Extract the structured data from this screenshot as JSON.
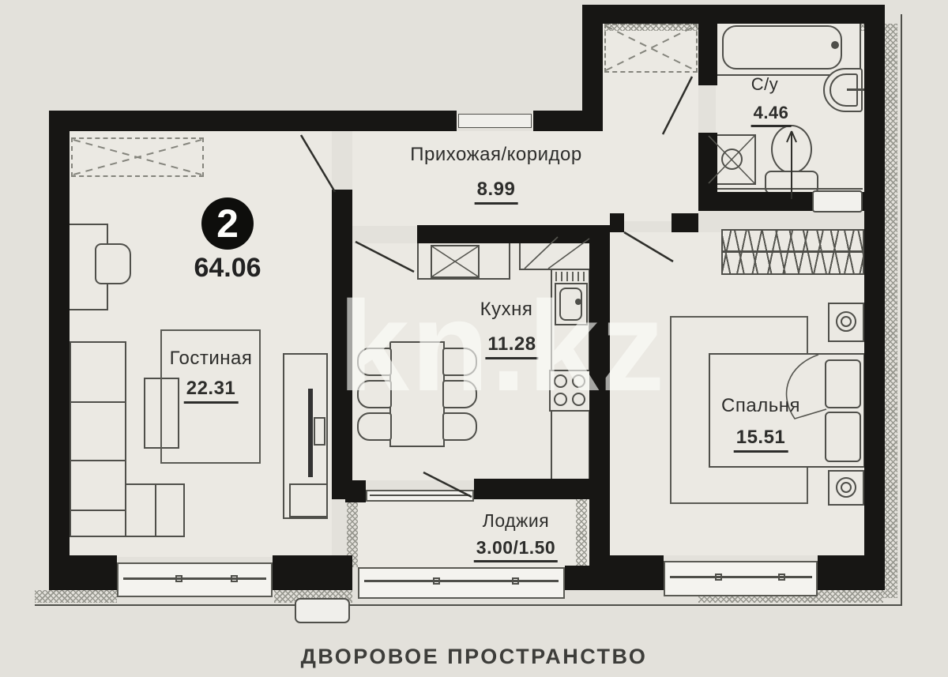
{
  "plan": {
    "badge": {
      "rooms_count": "2",
      "total_area": "64.06"
    },
    "rooms": {
      "hallway": {
        "name": "Прихожая/коридор",
        "area": "8.99"
      },
      "bathroom": {
        "name": "С/у",
        "area": "4.46"
      },
      "kitchen": {
        "name": "Кухня",
        "area": "11.28"
      },
      "living": {
        "name": "Гостиная",
        "area": "22.31"
      },
      "bedroom": {
        "name": "Спальня",
        "area": "15.51"
      },
      "loggia": {
        "name": "Лоджия",
        "area": "3.00/1.50"
      }
    },
    "caption": "ДВОРОВОЕ ПРОСТРАНСТВО",
    "watermark": "kn.kz"
  }
}
